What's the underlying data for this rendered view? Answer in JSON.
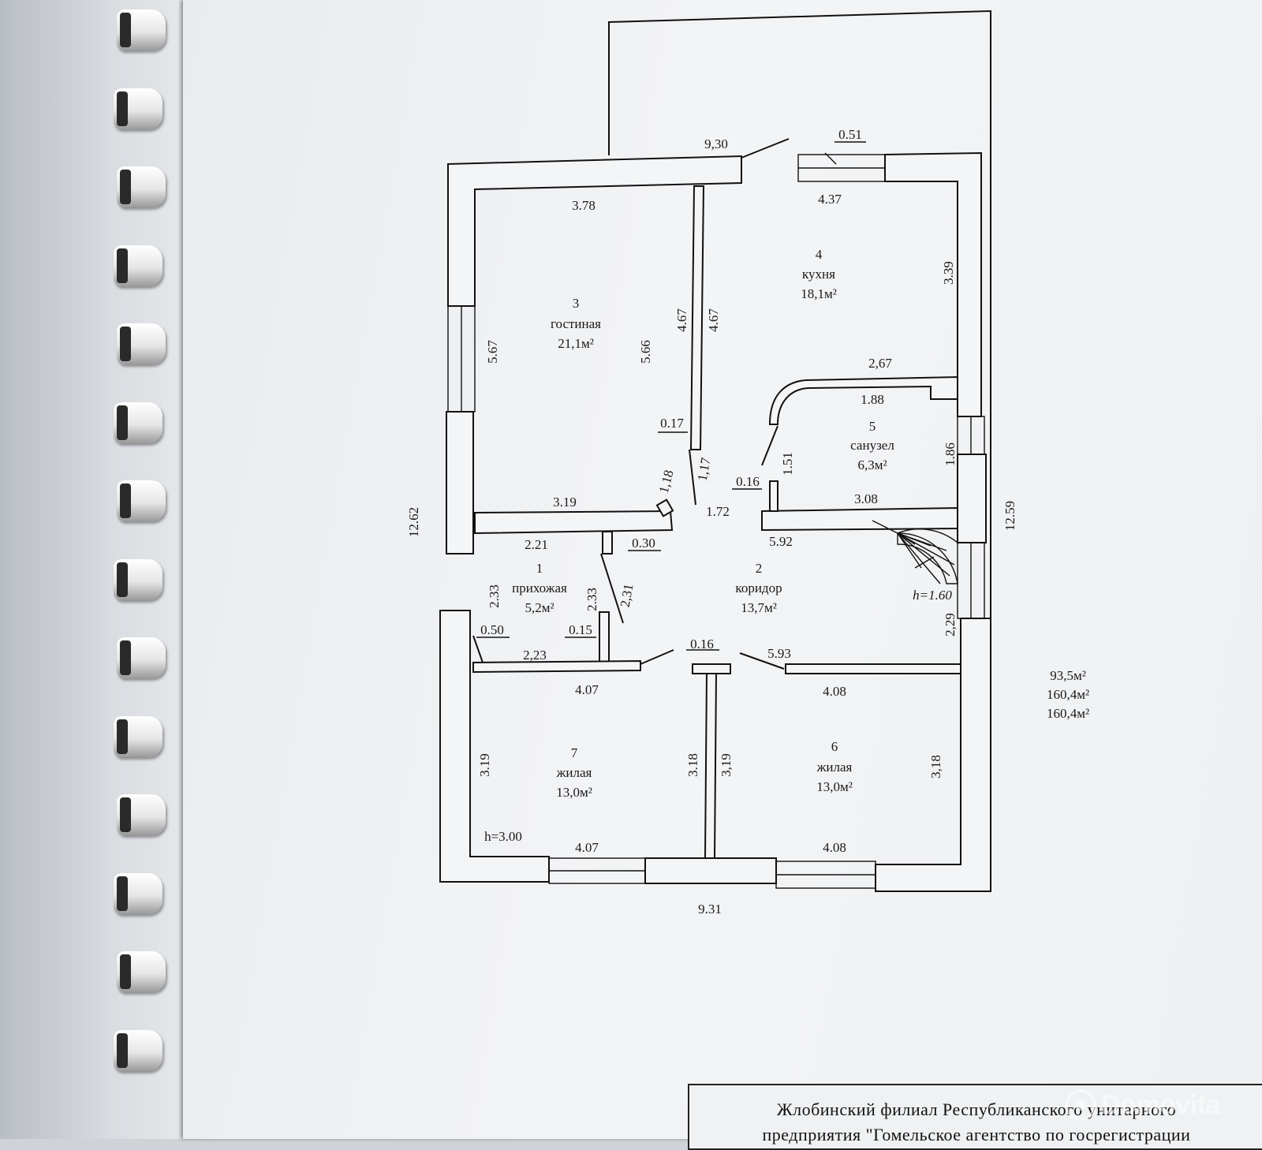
{
  "colors": {
    "ink": "#1a1a1a",
    "paper": "#f3f4f6",
    "binding": "#ffffff"
  },
  "ring_count": 14,
  "rooms": [
    {
      "number": "1",
      "name": "прихожая",
      "area": "5,2м²"
    },
    {
      "number": "2",
      "name": "коридор",
      "area": "13,7м²"
    },
    {
      "number": "3",
      "name": "гостиная",
      "area": "21,1м²"
    },
    {
      "number": "4",
      "name": "кухня",
      "area": "18,1м²"
    },
    {
      "number": "5",
      "name": "санузел",
      "area": "6,3м²"
    },
    {
      "number": "6",
      "name": "жилая",
      "area": "13,0м²"
    },
    {
      "number": "7",
      "name": "жилая",
      "area": "13,0м²"
    }
  ],
  "dimensions": {
    "top_overall": "9,30",
    "bottom_overall": "9.31",
    "left_overall": "12.62",
    "right_overall": "12.59",
    "top_window": "0.51",
    "r3_top": "3.78",
    "r3_left": "5.67",
    "r3_right": "5.66",
    "r3_bottom": "3.19",
    "partition_left": "4.67",
    "partition_right": "4.67",
    "wall_017": "0.17",
    "door_118": "1,18",
    "door_117": "1,17",
    "corridor_width": "1.72",
    "r4_top": "4.37",
    "r4_right": "3.39",
    "r5_top_outer": "2,67",
    "r5_top_inner": "1.88",
    "r5_right": "1.86",
    "r5_left": "1.51",
    "wall_016_r5": "0.16",
    "r5_bottom": "3.08",
    "corridor_top": "5.92",
    "stair_height": "h=1.60",
    "r1_top": "2.21",
    "wall_030": "0.30",
    "r1_left": "2.33",
    "r1_right": "2.33",
    "r1_door": "2,31",
    "wall_050": "0.50",
    "wall_015": "0.15",
    "r1_bottom": "2,23",
    "wall_016_mid": "0.16",
    "corridor_bottom": "5.93",
    "corridor_right": "2,29",
    "r7_top": "4.07",
    "r7_left": "3.19",
    "r7_right": "3.18",
    "r7_bottom": "4.07",
    "r6_top": "4.08",
    "r6_left": "3,19",
    "r6_right": "3,18",
    "r6_bottom": "4.08",
    "ceiling_height": "h=3.00"
  },
  "totals": [
    "93,5м²",
    "160,4м²",
    "160,4м²"
  ],
  "stamp": {
    "line1": "Жлобинский филиал  Республиканского унитарного",
    "line2": "предприятия \"Гомельское агентство по госрегистрации"
  },
  "watermark": "Domovita"
}
